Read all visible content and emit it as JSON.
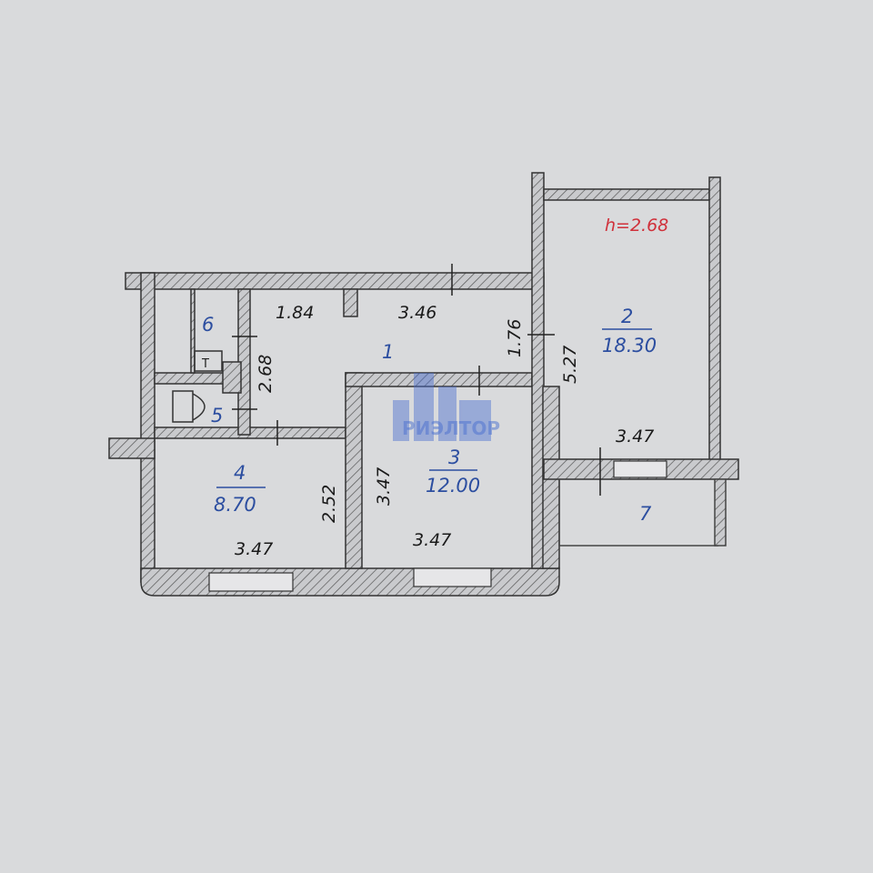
{
  "plan": {
    "ceiling_height": "h=2.68",
    "rooms": [
      {
        "number": "1",
        "dims": [
          "1.84",
          "3.46",
          "1.76",
          "2.68"
        ]
      },
      {
        "number": "2",
        "area": "18.30",
        "dims": [
          "5.27",
          "3.47"
        ]
      },
      {
        "number": "3",
        "area": "12.00",
        "dims": [
          "3.47",
          "3.47"
        ]
      },
      {
        "number": "4",
        "area": "8.70",
        "dims": [
          "2.52",
          "3.47"
        ]
      },
      {
        "number": "5"
      },
      {
        "number": "6"
      },
      {
        "number": "7"
      }
    ],
    "riser_label": "T",
    "watermark": "РИЭЛТОР"
  },
  "colors": {
    "wall": "#b8b9bd",
    "line": "#3a3a3a",
    "room_text": "#2c4ea0",
    "height_text": "#d0303a"
  }
}
